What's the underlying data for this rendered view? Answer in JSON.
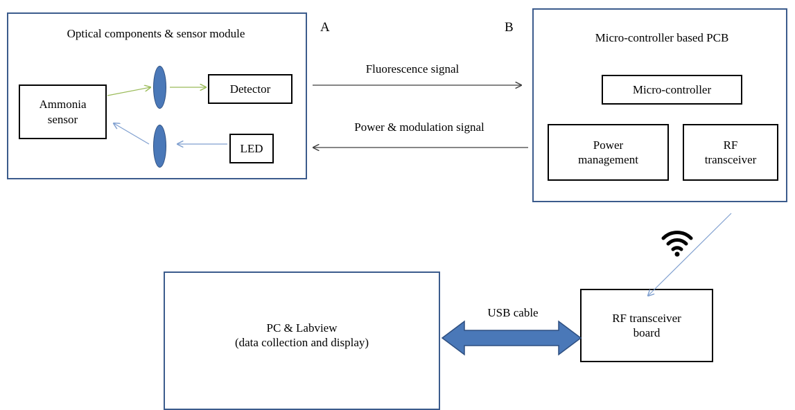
{
  "colors": {
    "frame_border": "#3b5b8c",
    "lens_fill": "#4a78b8",
    "green_arrow": "#9bbb59",
    "blue_arrow": "#7f9fcf",
    "dark_arrow": "#3f3f3f",
    "usb_arrow_fill": "#4a78b8"
  },
  "module_a": {
    "title": "Optical components & sensor module",
    "letter": "A",
    "ammonia_sensor": "Ammonia\nsensor",
    "detector": "Detector",
    "led": "LED"
  },
  "module_b": {
    "title": "Micro-controller based PCB",
    "letter": "B",
    "microcontroller": "Micro-controller",
    "power_management": "Power\nmanagement",
    "rf_transceiver": "RF\ntransceiver"
  },
  "signals": {
    "fluorescence": "Fluorescence signal",
    "power_modulation": "Power & modulation signal"
  },
  "pc": {
    "title": "PC & Labview\n(data collection and display)"
  },
  "usb_label": "USB cable",
  "rf_board": "RF transceiver\nboard",
  "icons": {
    "wireless": "wifi-icon"
  }
}
